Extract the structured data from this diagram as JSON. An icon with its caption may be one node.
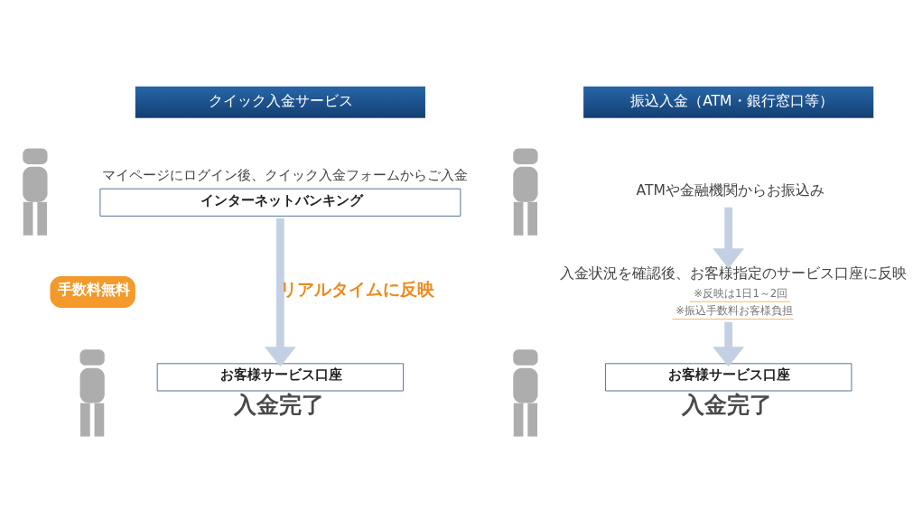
{
  "diagram": {
    "nodes": [
      {
        "text": [
          "クイック入金サービス"
        ]
      },
      {
        "text": [],
        "shape": "person"
      },
      {
        "text": [
          "インターネットバンキング"
        ],
        "beside": [
          "マイページにログイン後、クイック入金フォームからご入金"
        ]
      },
      {
        "text": [
          "手数料無料"
        ]
      },
      {
        "text": [],
        "shape": "person"
      },
      {
        "text": [
          "お客様サービス口座"
        ],
        "beside": [
          "入金完了"
        ]
      },
      {
        "text": [
          "振込入金（ATM・銀行窓口等）"
        ]
      },
      {
        "text": [],
        "shape": "person"
      },
      {
        "text": [
          "ATMや金融機関からお振込み"
        ]
      },
      {
        "text": [
          "入金状況を確認後、お客様指定のサービス口座に反映",
          "※反映は1日1～2回",
          "※振込手数料お客様負担"
        ]
      },
      {
        "text": [],
        "shape": "person"
      },
      {
        "text": [
          "お客様サービス口座"
        ],
        "beside": [
          "入金完了"
        ]
      }
    ],
    "edges": [
      {
        "from": 2,
        "to": 5,
        "arrow": "to",
        "label": "リアルタイムに反映"
      },
      {
        "from": 8,
        "to": 9,
        "arrow": "to"
      },
      {
        "from": 9,
        "to": 11,
        "arrow": "to"
      }
    ]
  }
}
